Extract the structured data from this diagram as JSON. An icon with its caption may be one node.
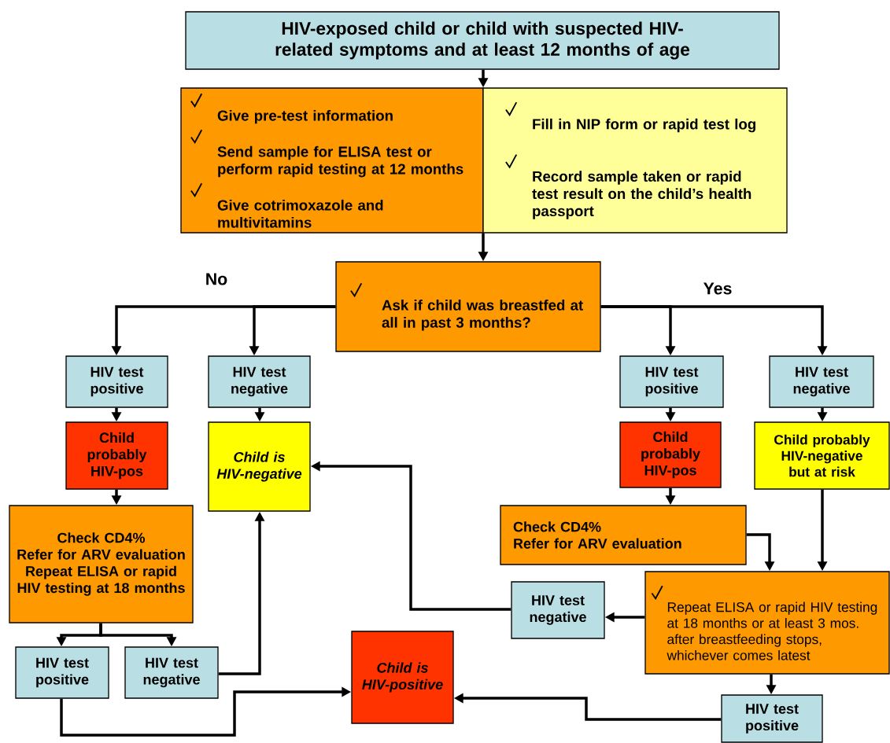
{
  "diagram": {
    "nodes": [
      {
        "text": [
          "HIV-exposed child or child with suspected HIV-related symptoms and at least 12 months of age"
        ]
      },
      {
        "text": [
          "Give pre-test information",
          "Send sample for ELISA test or perform rapid testing at 12 months",
          "Give cotrimoxazole and multivitamins"
        ]
      },
      {
        "text": [
          "Fill in NIP form or rapid test log",
          "Record sample taken or rapid test result on the child’s health passport"
        ]
      },
      {
        "text": [
          "Ask if child was breastfed at all in past 3 months?"
        ]
      },
      {
        "text": [
          "HIV test positive"
        ]
      },
      {
        "text": [
          "HIV test negative"
        ]
      },
      {
        "text": [
          "Child probably HIV-pos"
        ]
      },
      {
        "text": [
          "Child is HIV-negative"
        ]
      },
      {
        "text": [
          "Check CD4%",
          "Refer for ARV evaluation",
          "Repeat ELISA or rapid HIV testing at 18 months"
        ]
      },
      {
        "text": [
          "HIV test positive"
        ]
      },
      {
        "text": [
          "HIV test negative"
        ]
      },
      {
        "text": [
          "Child is HIV-positive"
        ]
      },
      {
        "text": [
          "HIV test positive"
        ]
      },
      {
        "text": [
          "HIV test negative"
        ]
      },
      {
        "text": [
          "Child probably HIV-pos"
        ]
      },
      {
        "text": [
          "Child probably HIV-negative but at risk"
        ]
      },
      {
        "text": [
          "Check CD4%",
          "Refer for ARV evaluation"
        ]
      },
      {
        "text": [
          "HIV test negative"
        ]
      },
      {
        "text": [
          "Repeat ELISA or rapid HIV testing at 18 months or at least 3 mos. after breastfeeding stops, whichever comes latest"
        ]
      },
      {
        "text": [
          "HIV test positive"
        ]
      }
    ],
    "edges": [
      {
        "from": 0,
        "to": 1,
        "arrow": "to"
      },
      {
        "from": 1,
        "to": 3,
        "arrow": "to"
      },
      {
        "from": 3,
        "to": 4,
        "arrow": "to"
      },
      {
        "from": 3,
        "to": 5,
        "arrow": "to"
      },
      {
        "from": 3,
        "to": 12,
        "arrow": "to"
      },
      {
        "from": 3,
        "to": 13,
        "arrow": "to"
      },
      {
        "from": 4,
        "to": 6,
        "arrow": "to"
      },
      {
        "from": 5,
        "to": 7,
        "arrow": "to"
      },
      {
        "from": 6,
        "to": 8,
        "arrow": "to"
      },
      {
        "from": 8,
        "to": 9,
        "arrow": "to"
      },
      {
        "from": 8,
        "to": 10,
        "arrow": "to"
      },
      {
        "from": 10,
        "to": 7,
        "arrow": "to"
      },
      {
        "from": 9,
        "to": 11,
        "arrow": "to"
      },
      {
        "from": 12,
        "to": 14,
        "arrow": "to"
      },
      {
        "from": 13,
        "to": 15,
        "arrow": "to"
      },
      {
        "from": 14,
        "to": 16,
        "arrow": "to"
      },
      {
        "from": 16,
        "to": 18,
        "arrow": "to"
      },
      {
        "from": 15,
        "to": 18,
        "arrow": "to"
      },
      {
        "from": 18,
        "to": 17,
        "arrow": "to"
      },
      {
        "from": 17,
        "to": 7,
        "arrow": "to"
      },
      {
        "from": 18,
        "to": 19,
        "arrow": "to"
      },
      {
        "from": 19,
        "to": 11,
        "arrow": "to"
      }
    ],
    "labels": [
      "No",
      "Yes"
    ]
  }
}
